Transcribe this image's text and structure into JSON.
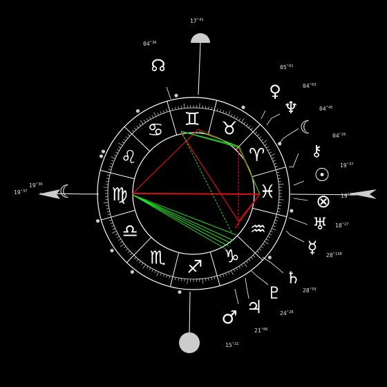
{
  "colors": {
    "background": "#000000",
    "wheel": "#ffffff",
    "aspect_red": "#dd1111",
    "aspect_green": "#22dd22",
    "axis_marker": "#cccccc",
    "label": "#e0e0e0"
  },
  "signs": [
    {
      "icon": "gemini-icon",
      "glyph": "♊"
    },
    {
      "icon": "taurus-icon",
      "glyph": "♉"
    },
    {
      "icon": "aries-icon",
      "glyph": "♈"
    },
    {
      "icon": "pisces-icon",
      "glyph": "♓"
    },
    {
      "icon": "aquarius-icon",
      "glyph": "♒"
    },
    {
      "icon": "capricorn-icon",
      "glyph": "♑"
    },
    {
      "icon": "sagittarius-icon",
      "glyph": "♐"
    },
    {
      "icon": "scorpio-icon",
      "glyph": "♏"
    },
    {
      "icon": "libra-icon",
      "glyph": "♎"
    },
    {
      "icon": "virgo-icon",
      "glyph": "♍"
    },
    {
      "icon": "leo-icon",
      "glyph": "♌"
    },
    {
      "icon": "cancer-icon",
      "glyph": "♋"
    }
  ],
  "axes": {
    "mc": {
      "deg": "17",
      "min": "41"
    },
    "ic": {
      "deg": "15",
      "min": "22"
    },
    "asc": {
      "deg": "19",
      "min": "37"
    },
    "desc": {
      "deg": "19",
      "min": "36"
    }
  },
  "planets": [
    {
      "id": "north-node",
      "icon": "north-node-icon",
      "glyph": "☊",
      "deg": "04",
      "min": "36"
    },
    {
      "id": "venus",
      "icon": "venus-icon",
      "glyph": "♀",
      "deg": "05",
      "min": "01"
    },
    {
      "id": "neptune",
      "icon": "neptune-icon",
      "glyph": "♆",
      "deg": "04",
      "min": "03"
    },
    {
      "id": "moon-right",
      "icon": "moon-icon",
      "glyph": "☾",
      "deg": "04",
      "min": "45"
    },
    {
      "id": "chiron",
      "icon": "chiron-icon",
      "glyph": "⚷",
      "deg": "04",
      "min": "26"
    },
    {
      "id": "sun",
      "icon": "sun-icon",
      "glyph": "☉",
      "deg": "19",
      "min": "37"
    },
    {
      "id": "earth",
      "icon": "earth-icon",
      "glyph": "⊗",
      "deg": "19",
      "min": "36"
    },
    {
      "id": "uranus",
      "icon": "uranus-icon",
      "glyph": "♅",
      "deg": "18",
      "min": "27"
    },
    {
      "id": "mercury",
      "icon": "mercury-icon",
      "glyph": "☿",
      "deg": "28",
      "min": "13R"
    },
    {
      "id": "saturn",
      "icon": "saturn-icon",
      "glyph": "♄",
      "deg": "28",
      "min": "59"
    },
    {
      "id": "pluto",
      "icon": "pluto-icon",
      "glyph": "♇",
      "deg": "24",
      "min": "28"
    },
    {
      "id": "jupiter",
      "icon": "jupiter-icon",
      "glyph": "♃",
      "deg": "21",
      "min": "06"
    },
    {
      "id": "mars",
      "icon": "mars-icon",
      "glyph": "♂",
      "deg": "",
      "min": ""
    },
    {
      "id": "moon-left",
      "icon": "moon-icon",
      "glyph": "☾",
      "deg": "",
      "min": ""
    }
  ]
}
